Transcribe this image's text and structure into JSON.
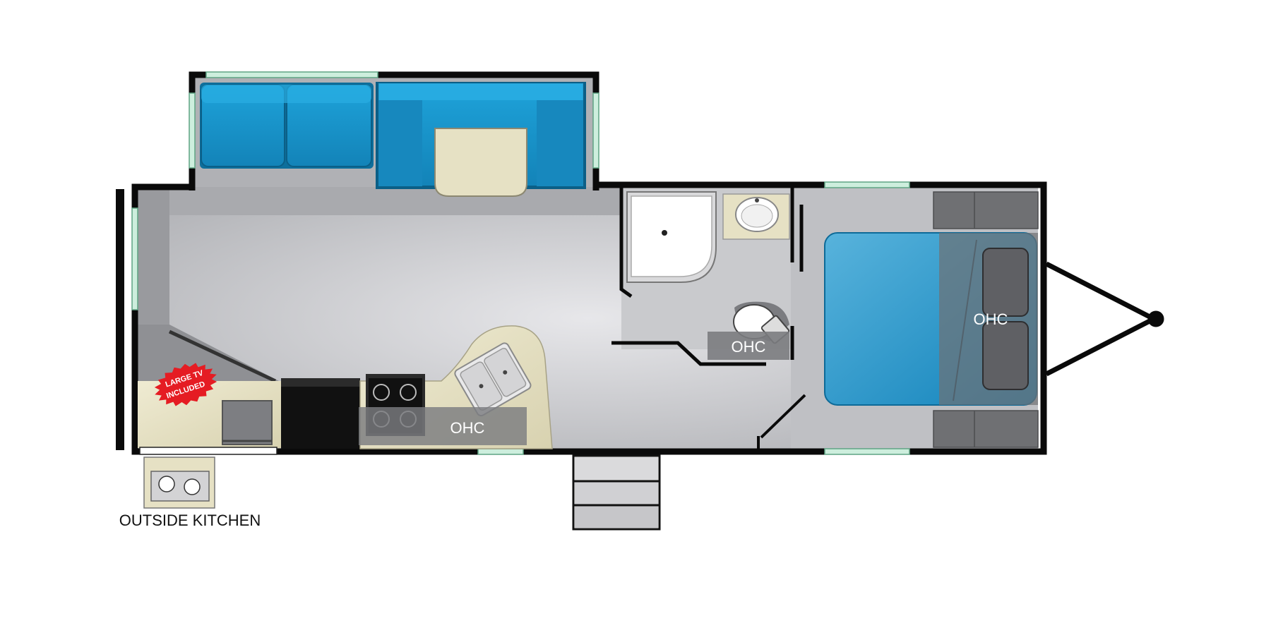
{
  "labels": {
    "ohc_kitchen": "OHC",
    "ohc_bath": "OHC",
    "ohc_bedroom": "OHC",
    "outside_kitchen": "OUTSIDE KITCHEN"
  },
  "badge": {
    "line1": "LARGE TV",
    "line2": "INCLUDED"
  },
  "colors": {
    "floor": "#c4c5c9",
    "wall": "#0a0a0a",
    "sofa": "#1a93c8",
    "bed": "#1b8fc4",
    "counter": "#e6e1c4",
    "window": "#cdeedd",
    "ohc": "#7b7c80",
    "badge": "#e51c23"
  },
  "icons": [
    "sink-icon",
    "stove-icon",
    "toilet-icon",
    "shower-icon",
    "cooktop-icon"
  ]
}
